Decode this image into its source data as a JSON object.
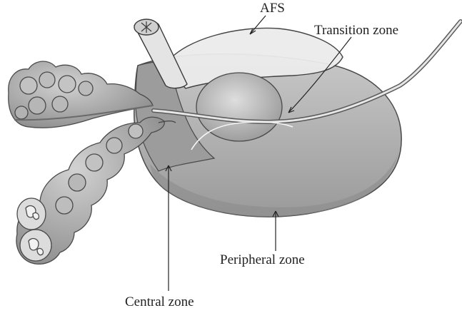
{
  "labels": {
    "afs": "AFS",
    "transition_zone": "Transition zone",
    "peripheral_zone": "Peripheral zone",
    "central_zone": "Central zone"
  },
  "colors": {
    "outline": "#4a4a4a",
    "gland_light": "#d4d4d4",
    "gland_mid": "#b4b4b4",
    "gland_dark": "#8c8c8c",
    "leader_line": "#222222"
  }
}
